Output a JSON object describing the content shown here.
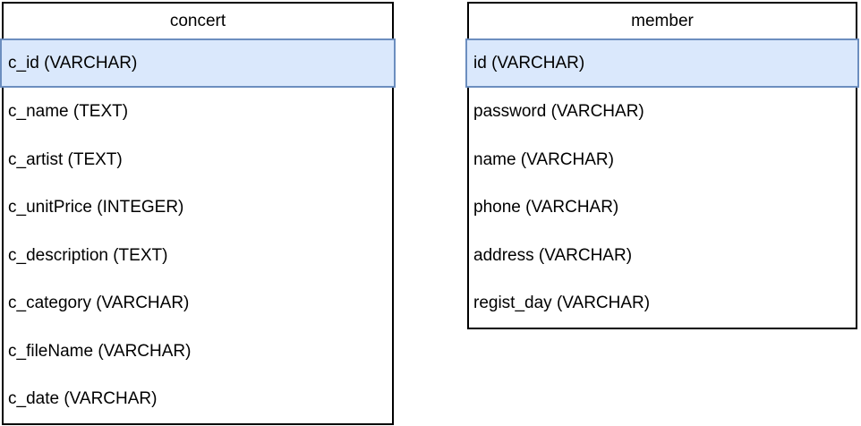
{
  "tables": [
    {
      "name": "concert",
      "columns": [
        {
          "label": "c_id (VARCHAR)",
          "highlighted": true
        },
        {
          "label": "c_name (TEXT)",
          "highlighted": false
        },
        {
          "label": "c_artist (TEXT)",
          "highlighted": false
        },
        {
          "label": "c_unitPrice (INTEGER)",
          "highlighted": false
        },
        {
          "label": "c_description (TEXT)",
          "highlighted": false
        },
        {
          "label": "c_category (VARCHAR)",
          "highlighted": false
        },
        {
          "label": "c_fileName (VARCHAR)",
          "highlighted": false
        },
        {
          "label": "c_date (VARCHAR)",
          "highlighted": false
        }
      ]
    },
    {
      "name": "member",
      "columns": [
        {
          "label": "id (VARCHAR)",
          "highlighted": true
        },
        {
          "label": "password (VARCHAR)",
          "highlighted": false
        },
        {
          "label": "name (VARCHAR)",
          "highlighted": false
        },
        {
          "label": "phone (VARCHAR)",
          "highlighted": false
        },
        {
          "label": "address (VARCHAR)",
          "highlighted": false
        },
        {
          "label": "regist_day (VARCHAR)",
          "highlighted": false
        }
      ]
    }
  ],
  "colors": {
    "highlight_fill": "#dae8fc",
    "highlight_border": "#6c8ebf",
    "table_border": "#000000",
    "text": "#000000",
    "background": "#ffffff"
  }
}
